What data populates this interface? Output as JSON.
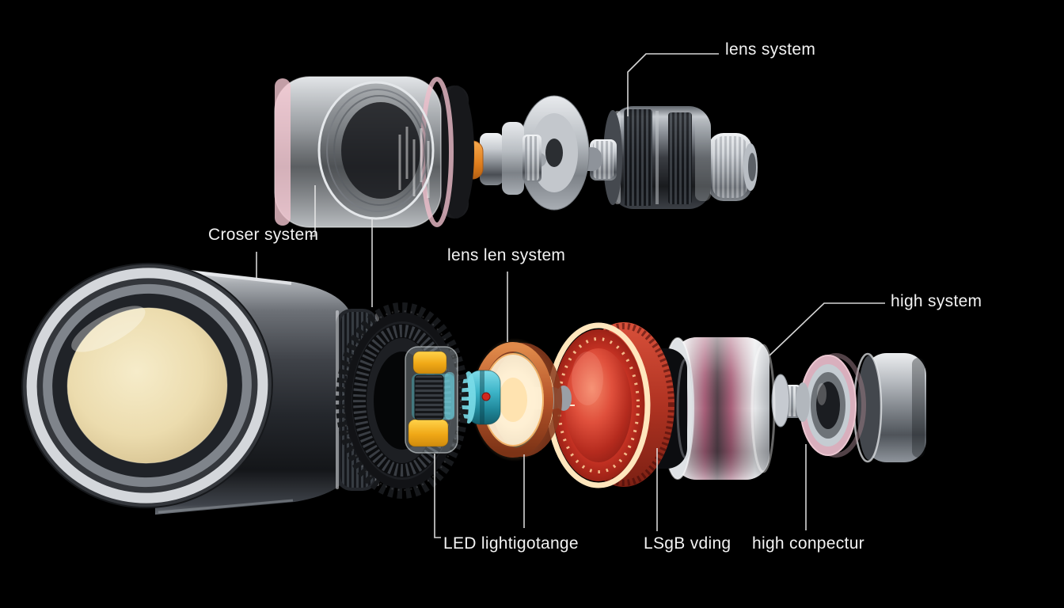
{
  "labels": {
    "lens_system": "lens system",
    "croser_system": "Croser system",
    "lens_len_system": "lens len system",
    "high_system": "high system",
    "led_lightigotange": "LED lightigotange",
    "lsgb_vding": "LSgB vding",
    "high_conpectur": "high conpectur"
  },
  "palette": {
    "background": "#000000",
    "label_text": "#f2f2f2",
    "leader_line": "#e8e8e8",
    "clear_glass": "#d7dadd",
    "pink_tint": "#f0c6d0",
    "silver": "#d2d5d9",
    "gunmetal": "#2e3136",
    "front_glass_cream": "#ead9b0",
    "orange_part": "#e8872a",
    "yellow_led": "#f6b81b",
    "teal_part": "#35b0c2",
    "copper_ring": "#b5572c",
    "warm_glow": "#ffedc8",
    "red_lens": "#d63a2e",
    "magenta_core": "#a85f79",
    "gray_cylinder": "#9aa0a6"
  }
}
